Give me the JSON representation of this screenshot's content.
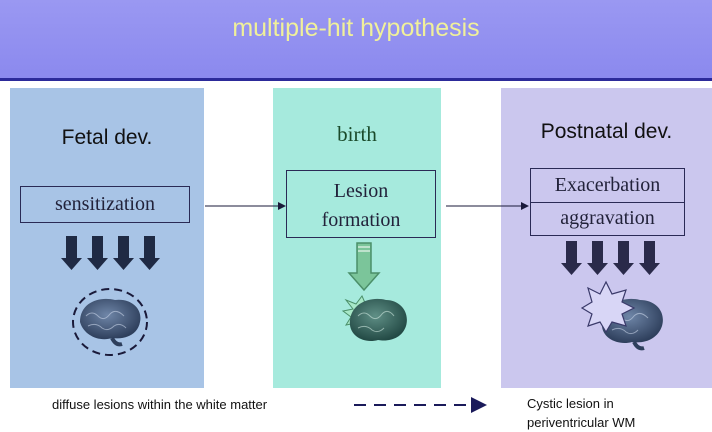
{
  "title": "multiple-hit hypothesis",
  "panels": {
    "fetal": {
      "heading": "Fetal dev.",
      "box": "sensitization",
      "color": "#a8c4e6"
    },
    "birth": {
      "heading": "birth",
      "box_line1": "Lesion",
      "box_line2": "formation",
      "color": "#a6eadd"
    },
    "postnatal": {
      "heading": "Postnatal dev.",
      "box_line1": "Exacerbation",
      "box_line2": "aggravation",
      "color": "#cbc7ee"
    }
  },
  "footer": {
    "left": "diffuse lesions within the white matter",
    "right_line1": "Cystic lesion in",
    "right_line2": "periventricular WM"
  },
  "icons": [
    "down-arrow-icon",
    "brain-icon",
    "starburst-icon"
  ],
  "colors": {
    "banner": "#8b89ee",
    "banner_text": "#f0f09a",
    "arrow_dark": "#1f2a44"
  }
}
